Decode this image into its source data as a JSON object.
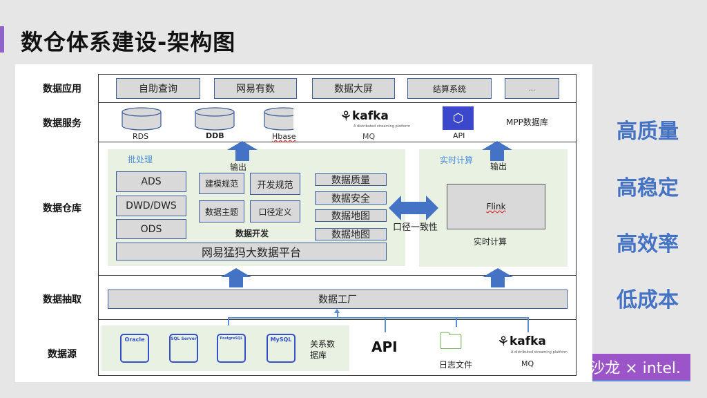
{
  "title": "数仓体系建设-架构图",
  "layers": {
    "app": "数据应用",
    "service": "数据服务",
    "warehouse": "数据仓库",
    "extract": "数据抽取",
    "source": "数据源"
  },
  "apps": [
    "自助查询",
    "网易有数",
    "数据大屏",
    "结算系统",
    "..."
  ],
  "services": {
    "rds": "RDS",
    "ddb": "DDB",
    "hbase": "Hbase",
    "kafka_logo": "kafka",
    "kafka_sub": "A distributed streaming platform",
    "mq": "MQ",
    "api": "API",
    "mpp": "MPP数据库"
  },
  "batch": {
    "label": "批处理",
    "output": "输出",
    "layers": [
      "ADS",
      "DWD/DWS",
      "ODS"
    ],
    "dev": [
      "建模规范",
      "开发规范",
      "数据主题",
      "口径定义"
    ],
    "dev_label": "数据开发",
    "gov": [
      "数据质量",
      "数据安全",
      "数据地图",
      "数据地图"
    ],
    "platform": "网易猛犸大数据平台"
  },
  "consistency": "口径一致性",
  "realtime": {
    "label": "实时计算",
    "output": "输出",
    "engine": "Flink",
    "caption": "实时计算"
  },
  "extract": {
    "tool": "数据工厂"
  },
  "source": {
    "dbs": [
      "Oracle",
      "SQL Server",
      "PostgreSQL",
      "MySQL"
    ],
    "rel_label": "关系数据库",
    "api": "API",
    "log": "日志文件",
    "kafka_logo": "kafka",
    "kafka_sub": "A distributed streaming platform",
    "mq": "MQ"
  },
  "goals": [
    "高质量",
    "高稳定",
    "高效率",
    "低成本"
  ],
  "badge": "沙龙 × intel."
}
